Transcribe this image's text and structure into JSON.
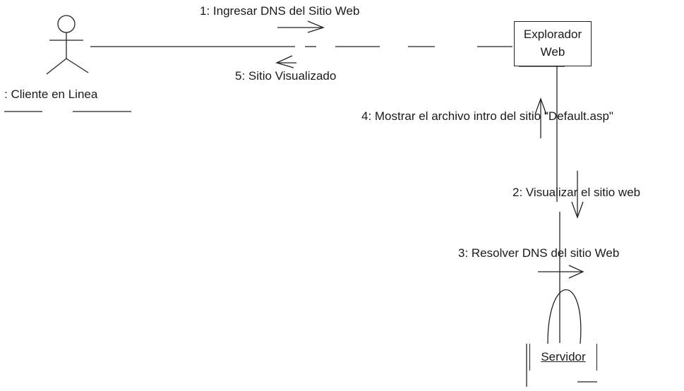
{
  "actor": {
    "name": ": Cliente en Linea"
  },
  "objects": {
    "browser": {
      "line1": "Explorador",
      "line2": "Web"
    },
    "server": {
      "name": "Servidor"
    }
  },
  "messages": [
    {
      "text": "1: Ingresar DNS del Sitio Web"
    },
    {
      "text": "2: Visualizar el sitio web"
    },
    {
      "text": "3: Resolver DNS del sitio Web"
    },
    {
      "text": "4: Mostrar el archivo intro del sitio \"Default.asp\""
    },
    {
      "text": "5: Sitio Visualizado"
    }
  ]
}
